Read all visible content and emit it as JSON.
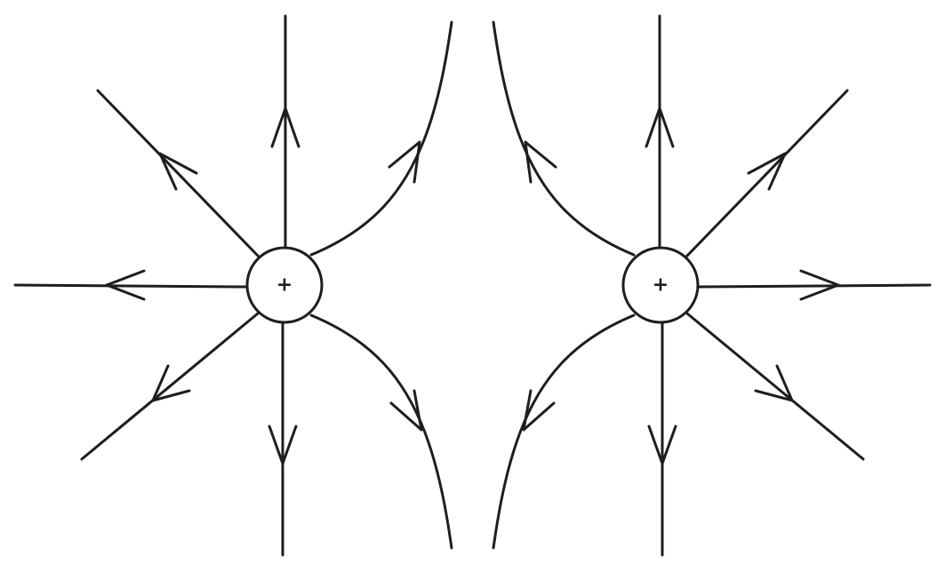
{
  "diagram": {
    "charges": [
      {
        "label": "+",
        "sign": "positive"
      },
      {
        "label": "+",
        "sign": "positive"
      }
    ],
    "field_line_direction": "outward",
    "line_color": "#1e1e1e"
  }
}
